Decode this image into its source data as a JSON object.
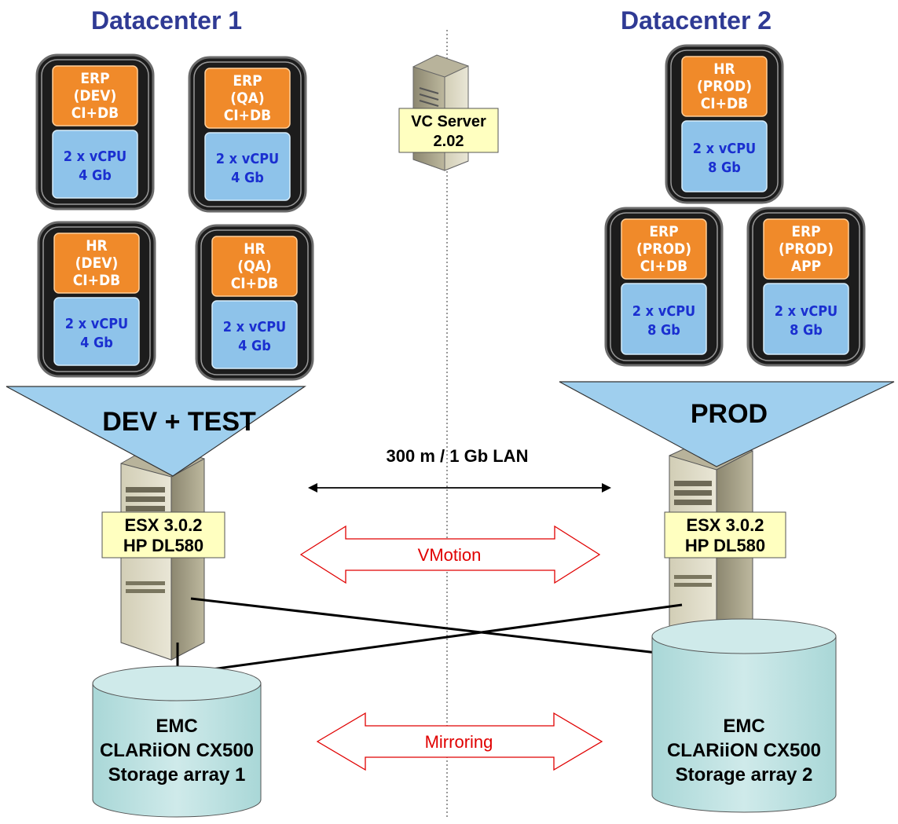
{
  "datacenters": [
    {
      "title": "Datacenter 1",
      "cluster": "DEV + TEST",
      "host": [
        "ESX 3.0.2",
        "HP DL580"
      ],
      "storage": [
        "EMC",
        "CLARiiON CX500",
        "Storage array 1"
      ]
    },
    {
      "title": "Datacenter 2",
      "cluster": "PROD",
      "host": [
        "ESX 3.0.2",
        "HP DL580"
      ],
      "storage": [
        "EMC",
        "CLARiiON CX500",
        "Storage array 2"
      ]
    }
  ],
  "vms": [
    {
      "role": [
        "ERP",
        "(DEV)",
        "CI+DB"
      ],
      "resources": [
        "2 x vCPU",
        "4 Gb"
      ]
    },
    {
      "role": [
        "ERP",
        "(QA)",
        "CI+DB"
      ],
      "resources": [
        "2 x vCPU",
        "4 Gb"
      ]
    },
    {
      "role": [
        "HR",
        "(DEV)",
        "CI+DB"
      ],
      "resources": [
        "2 x vCPU",
        "4 Gb"
      ]
    },
    {
      "role": [
        "HR",
        "(QA)",
        "CI+DB"
      ],
      "resources": [
        "2 x vCPU",
        "4 Gb"
      ]
    },
    {
      "role": [
        "HR",
        "(PROD)",
        "CI+DB"
      ],
      "resources": [
        "2 x vCPU",
        "8 Gb"
      ]
    },
    {
      "role": [
        "ERP",
        "(PROD)",
        "CI+DB"
      ],
      "resources": [
        "2 x vCPU",
        "8 Gb"
      ]
    },
    {
      "role": [
        "ERP",
        "(PROD)",
        "APP"
      ],
      "resources": [
        "2 x vCPU",
        "8 Gb"
      ]
    }
  ],
  "vc_server": [
    "VC Server",
    "2.02"
  ],
  "links": {
    "lan": "300 m / 1 Gb LAN",
    "vmotion": "VMotion",
    "mirroring": "Mirroring"
  },
  "colors": {
    "title": "#2f3a94",
    "vm_orange": "#f08a2a",
    "vm_blue": "#8ec3ea",
    "vm_res_text": "#1a2fd0",
    "funnel": "#9fcfee",
    "label_bg": "#ffffc0",
    "storage": "#bfe2e2",
    "arrow_red": "#e00000"
  }
}
